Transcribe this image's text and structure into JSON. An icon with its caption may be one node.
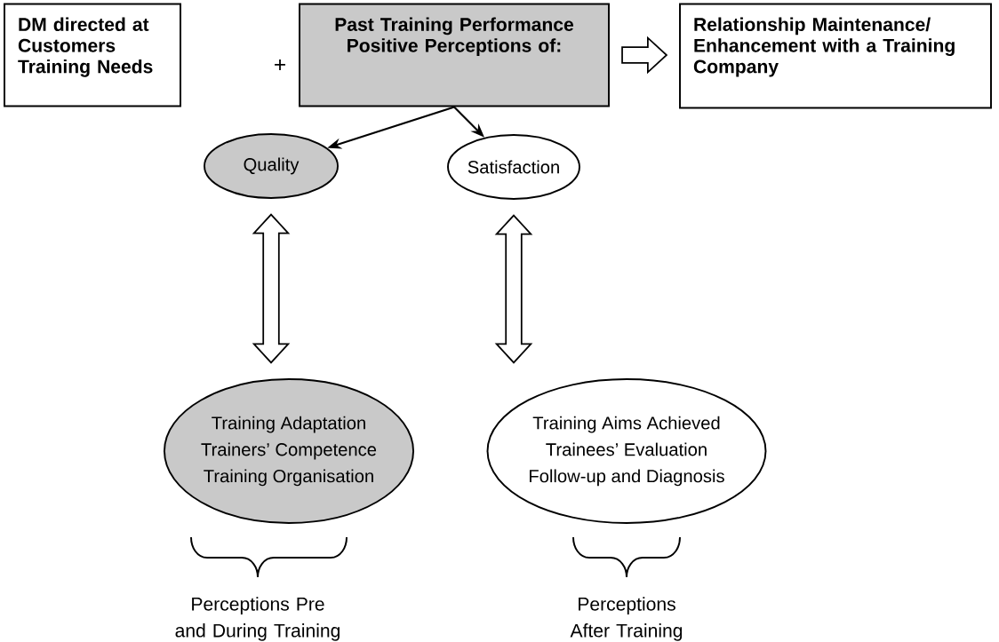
{
  "diagram": {
    "nodes": [
      {
        "text": [
          "DM directed at Customers Training Needs"
        ]
      },
      {
        "text": [
          "Past Training Performance Positive Perceptions of:"
        ]
      },
      {
        "text": [
          "Relationship Maintenance/ Enhancement with a Training Company"
        ]
      },
      {
        "text": [
          "Quality"
        ]
      },
      {
        "text": [
          "Satisfaction"
        ]
      },
      {
        "text": [
          "Training Adaptation",
          "Trainers’ Competence",
          "Training Organisation"
        ]
      },
      {
        "text": [
          "Training Aims Achieved",
          "Trainees’ Evaluation",
          "Follow-up and Diagnosis"
        ]
      }
    ],
    "edges": [
      {
        "from": 1,
        "to": 2,
        "arrow": "to",
        "style": "thick"
      },
      {
        "from": 1,
        "to": 3,
        "arrow": "to"
      },
      {
        "from": 1,
        "to": 4,
        "arrow": "to"
      },
      {
        "from": 3,
        "to": 5,
        "arrow": "both",
        "style": "thick"
      },
      {
        "from": 4,
        "to": 6,
        "arrow": "both",
        "style": "thick"
      }
    ],
    "labels": [
      "+",
      "Perceptions Pre and During Training",
      "Perceptions After Training"
    ]
  }
}
